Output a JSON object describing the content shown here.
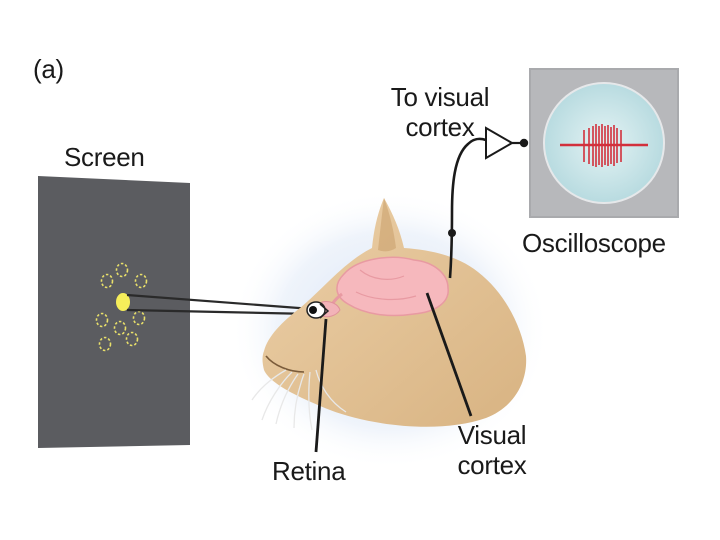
{
  "panel_label": "(a)",
  "labels": {
    "screen": "Screen",
    "to_visual_cortex_line1": "To visual",
    "to_visual_cortex_line2": "cortex",
    "oscilloscope": "Oscilloscope",
    "retina": "Retina",
    "visual_cortex_line1": "Visual",
    "visual_cortex_line2": "cortex"
  },
  "colors": {
    "screen": "#5a5b5e",
    "light_spot": "#f4ec5e",
    "cat_fur": "#e2c196",
    "brain": "#f5b9bd",
    "oscilloscope_face": "#cde7ea",
    "oscilloscope_bezel": "#a9aaad",
    "signal": "#d2303c",
    "halo": "#dbe6f4"
  }
}
